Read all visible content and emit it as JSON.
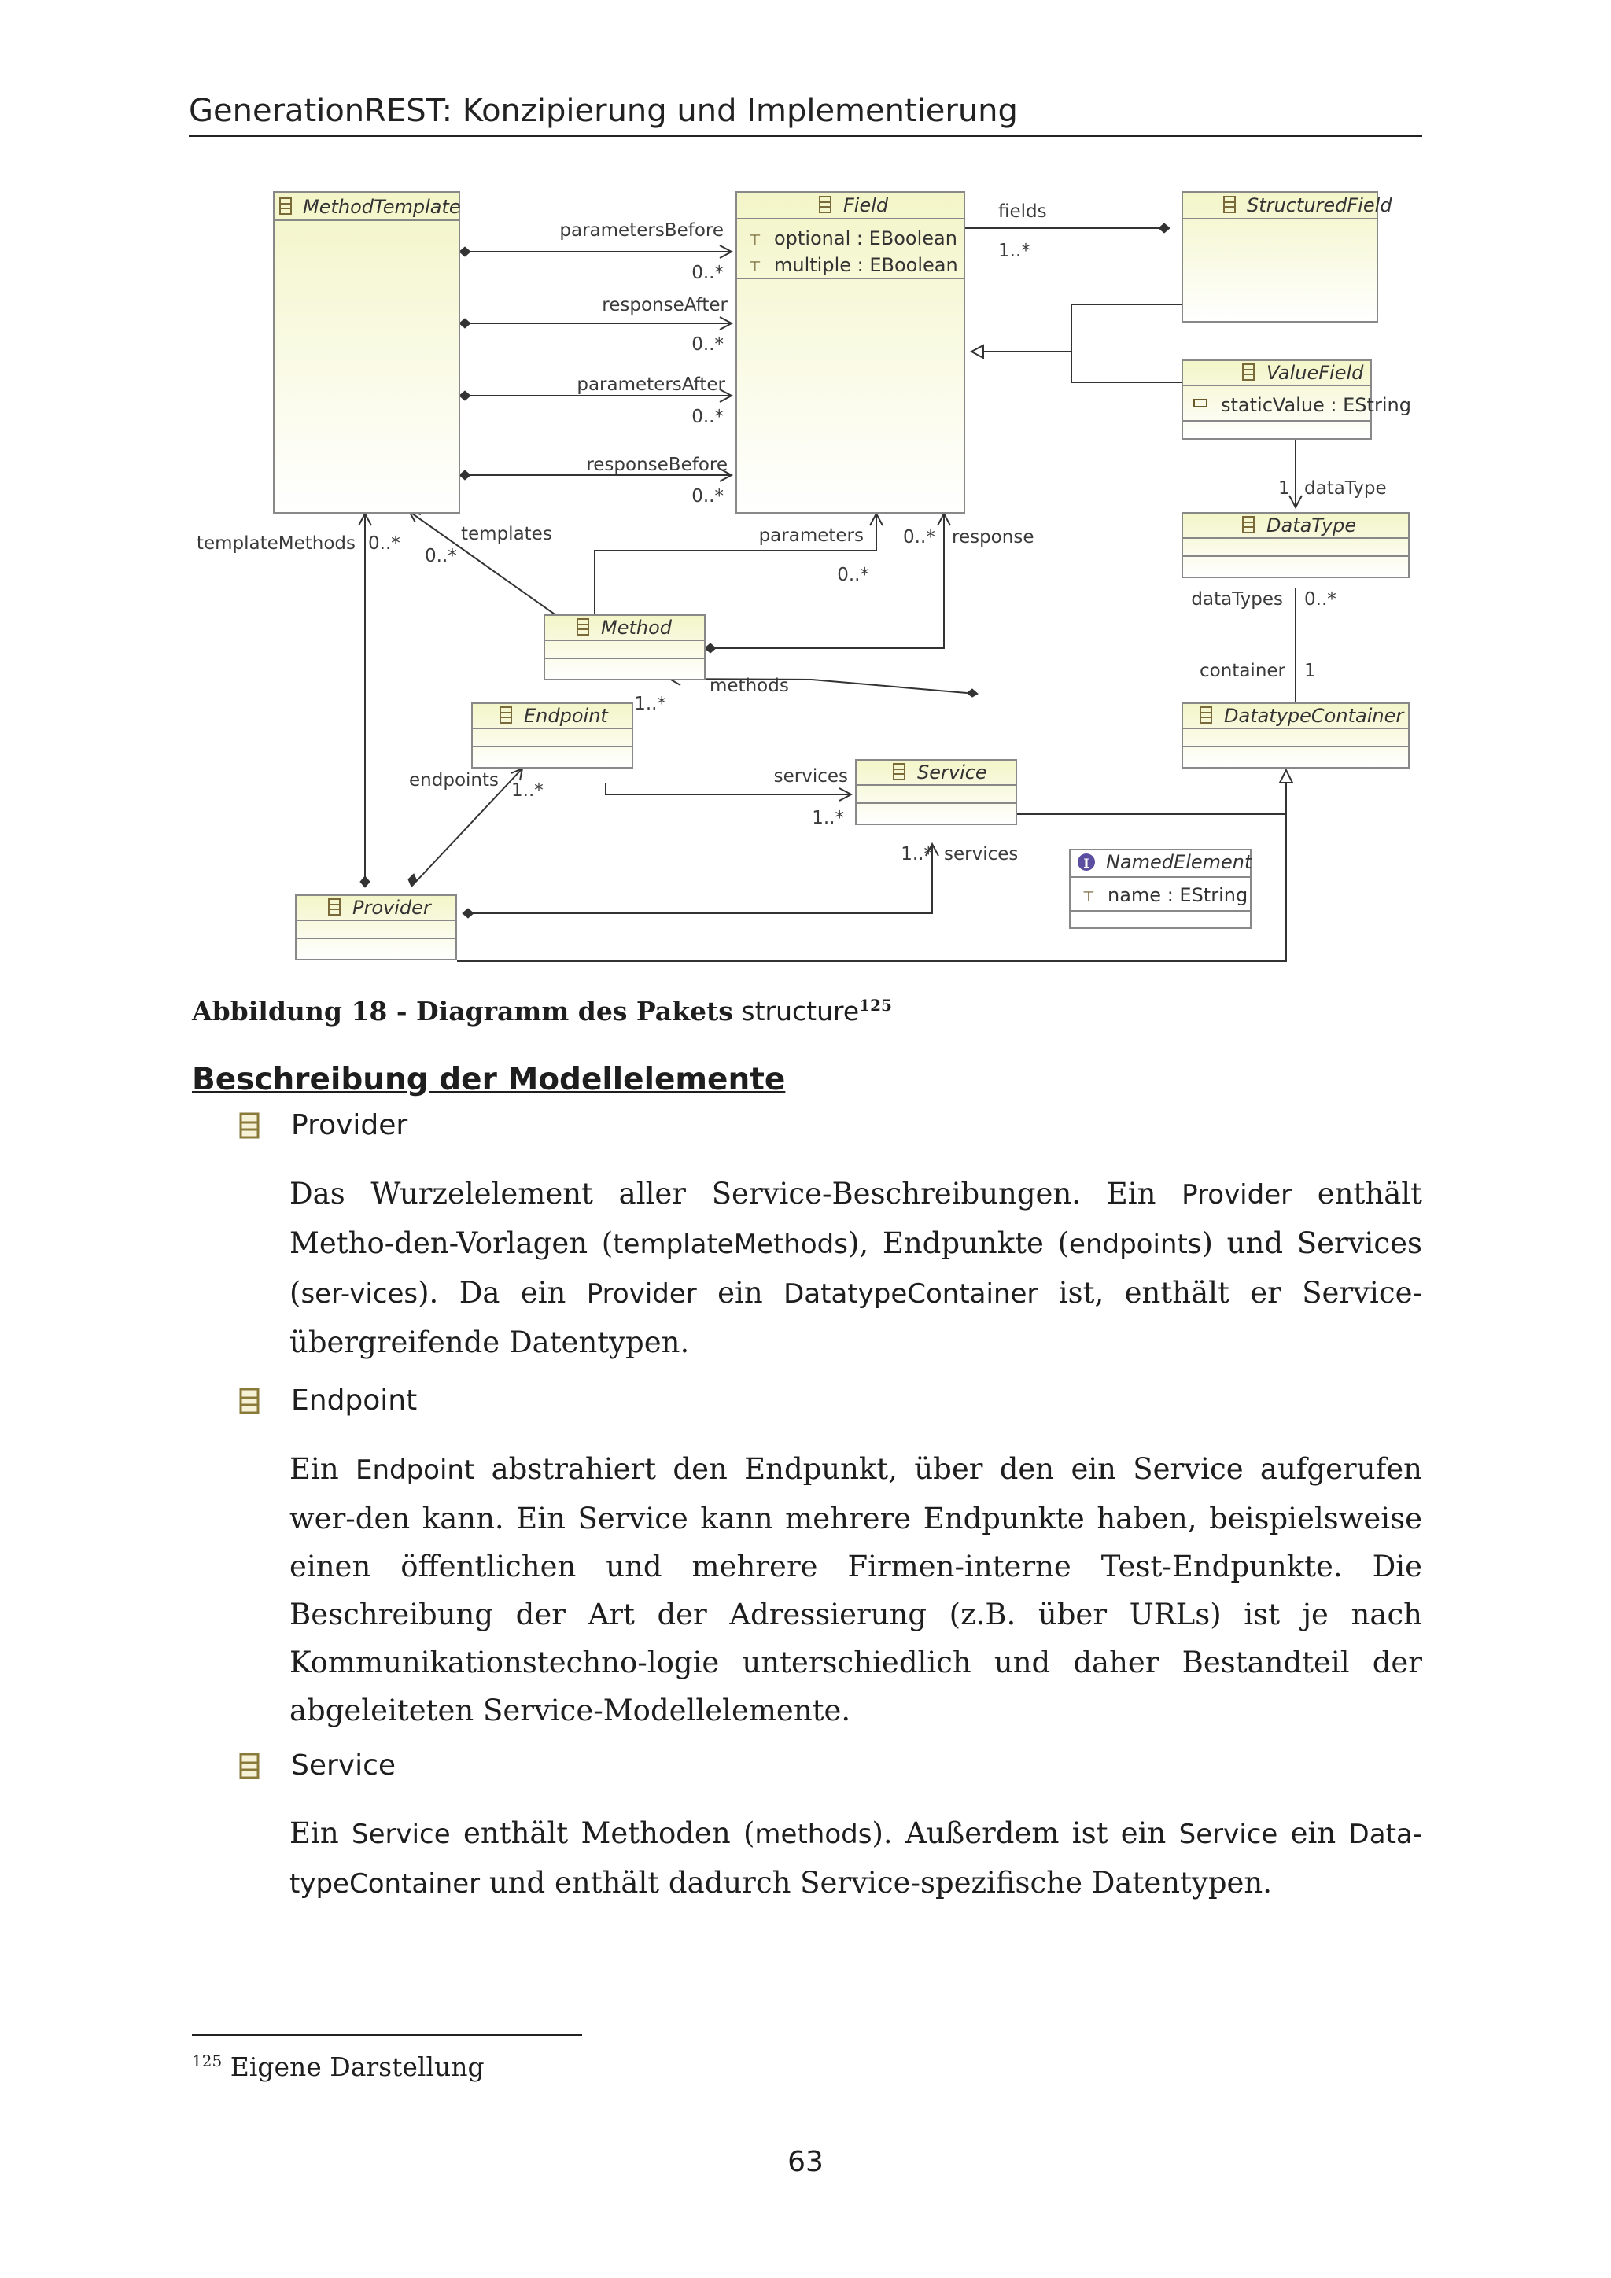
{
  "header": {
    "title": "GenerationREST: Konzipierung und Implementierung"
  },
  "diagram": {
    "classes": {
      "method_template": "MethodTemplate",
      "field": "Field",
      "field_attr_1": "optional : EBoolean",
      "field_attr_2": "multiple : EBoolean",
      "structured_field": "StructuredField",
      "value_field": "ValueField",
      "value_field_attr": "staticValue : EString",
      "data_type": "DataType",
      "method": "Method",
      "endpoint": "Endpoint",
      "service": "Service",
      "datatype_container": "DatatypeContainer",
      "named_element": "NamedElement",
      "named_element_attr": "name : EString",
      "provider": "Provider"
    },
    "labels": {
      "parameters_before": "parametersBefore",
      "response_after": "responseAfter",
      "parameters_after": "parametersAfter",
      "response_before": "responseBefore",
      "mult_0n": "0..*",
      "mult_1n": "1..*",
      "mult_1": "1",
      "fields": "fields",
      "data_type": "dataType",
      "data_types": "dataTypes",
      "container": "container",
      "template_methods": "templateMethods",
      "templates": "templates",
      "parameters": "parameters",
      "response": "response",
      "methods": "methods",
      "endpoints": "endpoints",
      "services": "services"
    }
  },
  "caption": {
    "prefix": "Abbildung 18 - Diagramm des Pakets",
    "term": "structure",
    "footnote_ref": "125"
  },
  "section": {
    "heading": "Beschreibung der Modellelemente"
  },
  "elements": [
    {
      "name": "Provider",
      "description": [
        {
          "t": "Das Wurzelelement aller Service-Beschreibungen. Ein "
        },
        {
          "t": "Provider",
          "sans": true
        },
        {
          "t": " enthält Metho-den-Vorlagen ("
        },
        {
          "t": "templateMethods",
          "sans": true
        },
        {
          "t": "), Endpunkte ("
        },
        {
          "t": "endpoints",
          "sans": true
        },
        {
          "t": ") und Services ("
        },
        {
          "t": "ser-vices",
          "sans": true
        },
        {
          "t": "). Da ein "
        },
        {
          "t": "Provider",
          "sans": true
        },
        {
          "t": " ein "
        },
        {
          "t": "DatatypeContainer",
          "sans": true
        },
        {
          "t": " ist, enthält er Service-übergreifende Datentypen."
        }
      ]
    },
    {
      "name": "Endpoint",
      "description": [
        {
          "t": "Ein "
        },
        {
          "t": "Endpoint",
          "sans": true
        },
        {
          "t": " abstrahiert den Endpunkt, über den ein Service aufgerufen wer-den kann. Ein Service kann mehrere Endpunkte haben, beispielsweise einen öffentlichen und mehrere Firmen-interne Test-Endpunkte. Die Beschreibung der Art der Adressierung (z.B. über URLs) ist je nach Kommunikationstechno-logie unterschiedlich und daher Bestandteil der abgeleiteten Service-Modellelemente."
        }
      ]
    },
    {
      "name": "Service",
      "description": [
        {
          "t": "Ein "
        },
        {
          "t": "Service",
          "sans": true
        },
        {
          "t": " enthält Methoden ("
        },
        {
          "t": "methods",
          "sans": true
        },
        {
          "t": "). Außerdem ist ein "
        },
        {
          "t": "Service",
          "sans": true
        },
        {
          "t": " ein "
        },
        {
          "t": "Data-typeContainer",
          "sans": true
        },
        {
          "t": " und enthält dadurch Service-spezifische Datentypen."
        }
      ]
    }
  ],
  "footnote": {
    "number": "125",
    "text": "Eigene Darstellung"
  },
  "page_number": "63"
}
